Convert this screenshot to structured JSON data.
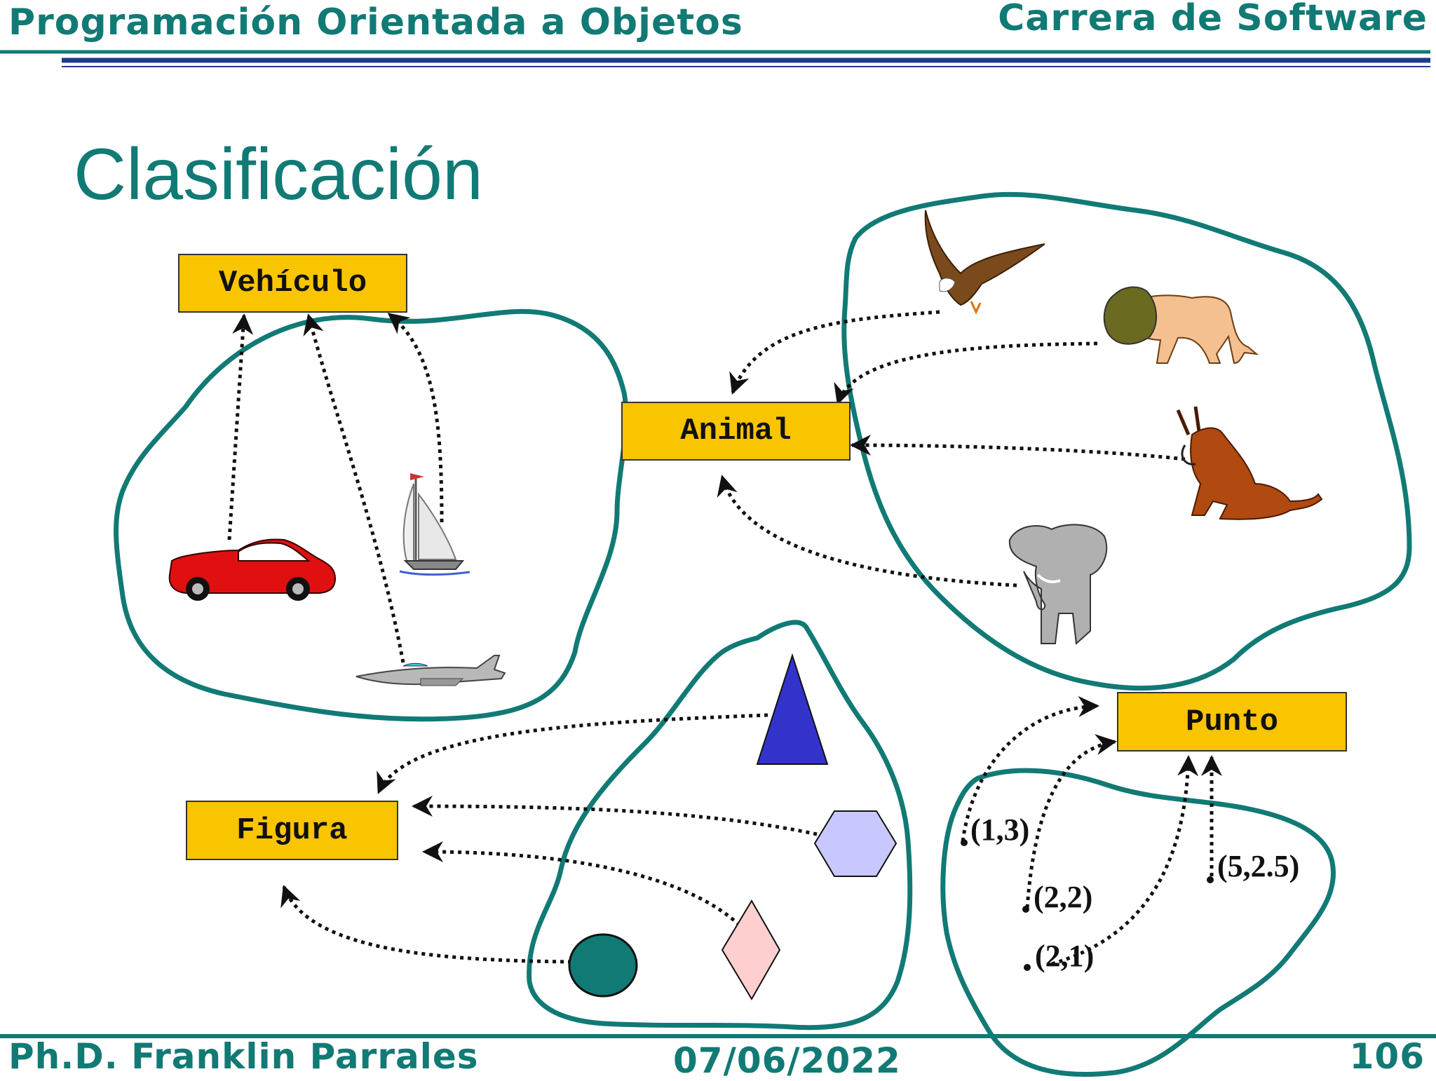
{
  "header": {
    "course": "Programación Orientada a Objetos",
    "program": "Carrera de Software"
  },
  "slide": {
    "title": "Clasificación"
  },
  "classes": {
    "vehiculo": "Vehículo",
    "animal": "Animal",
    "figura": "Figura",
    "punto": "Punto"
  },
  "points": [
    "(1,3)",
    "(2,2)",
    "(2,1)",
    "(5,2.5)"
  ],
  "footer": {
    "author": "Ph.D. Franklin Parrales",
    "date": "07/06/2022",
    "page": "106"
  },
  "colors": {
    "accent": "#117a75",
    "navy": "#1f3a8a",
    "class_fill": "#f9c400"
  }
}
